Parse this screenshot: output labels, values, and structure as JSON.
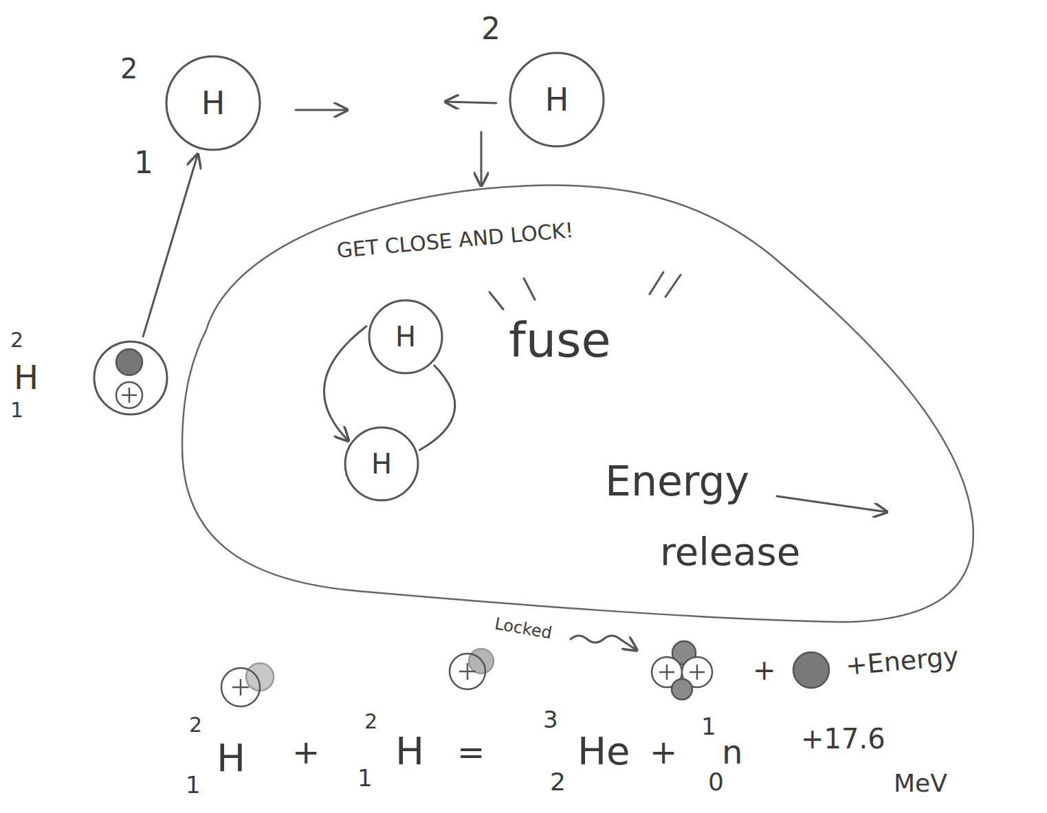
{
  "diagram": {
    "nodes": [
      {
        "text": [
          "H"
        ]
      },
      {
        "text": [
          "H"
        ]
      },
      {
        "text": [
          "H"
        ]
      },
      {
        "text": [
          "GET CLOSE AND LOCK!",
          "fuse",
          "Energy",
          "release"
        ]
      },
      {
        "text": [
          "H"
        ],
        "in": 3
      },
      {
        "text": [
          "H"
        ],
        "in": 3
      }
    ],
    "edges": [
      {
        "from": 2,
        "to": 0,
        "arrow": "to"
      },
      {
        "from": 4,
        "to": 5,
        "arrow": "to"
      },
      {
        "from": 5,
        "to": 4,
        "arrow": "none"
      }
    ],
    "labels": [
      "2",
      "1",
      "2",
      "2",
      "1",
      "Locked",
      "+",
      "+Energy",
      "2",
      "H",
      "1",
      "+",
      "2",
      "1",
      "H",
      "=",
      "3",
      "He",
      "2",
      "+",
      "1",
      "n",
      "0",
      "+17.6",
      "MeV"
    ]
  }
}
